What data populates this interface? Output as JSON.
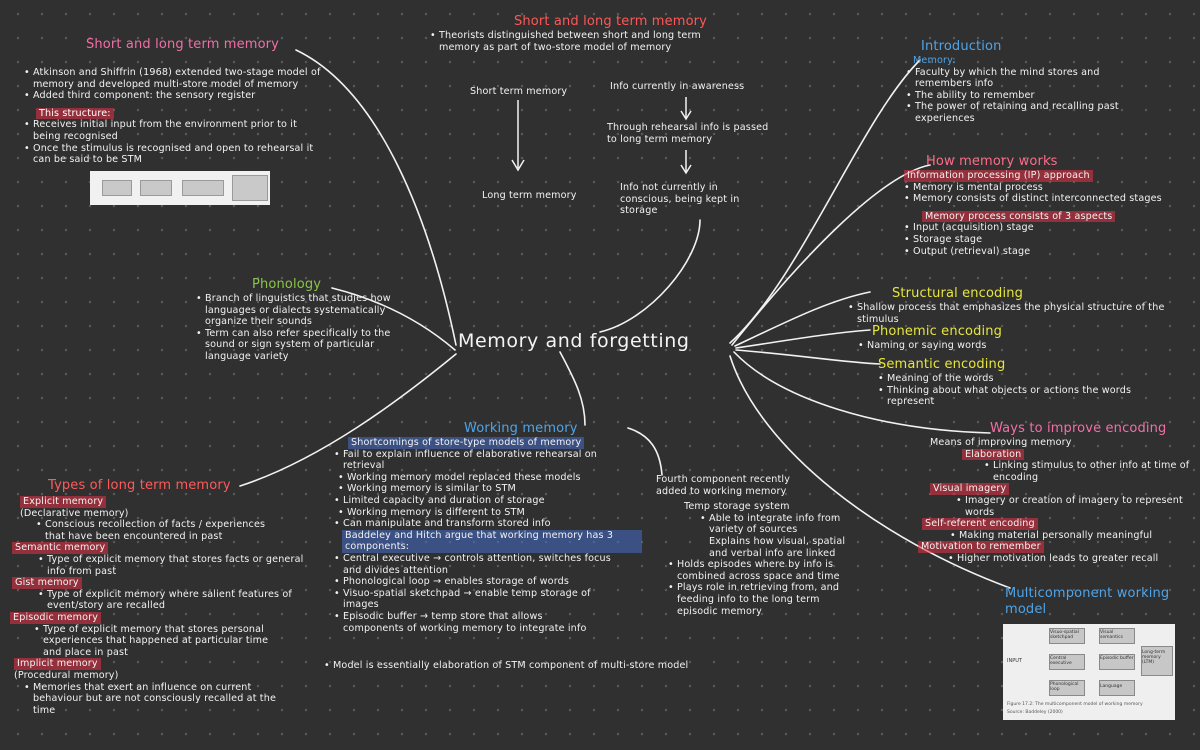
{
  "central": "Memory and forgetting",
  "stm_left": {
    "title": "Short and long term memory",
    "items": [
      "Atkinson and Shiffrin (1968) extended two-stage model of memory and developed multi-store model of memory",
      "Added third component: the sensory register"
    ],
    "structure_label": "This structure:",
    "structure_items": [
      "Receives initial input from the environment prior to it being recognised",
      "Once the stimulus is recognised and open to rehearsal it can be said to be STM"
    ]
  },
  "stm_top": {
    "title": "Short and long term memory",
    "item": "Theorists distinguished between short and long term memory as part of two-store model of memory",
    "short_term": "Short term memory",
    "long_term": "Long term memory",
    "info_awareness": "Info currently in awareness",
    "rehearsal": "Through rehearsal info is passed to long term memory",
    "info_not": "Info not currently in conscious, being kept in storage"
  },
  "introduction": {
    "title": "Introduction",
    "label": "Memory:",
    "items": [
      "Faculty by which the mind stores and remembers info",
      "The ability to remember",
      "The power of retaining and recalling past experiences"
    ]
  },
  "how_memory": {
    "title": "How memory works",
    "ip_label": "Information processing (IP) approach",
    "ip_items": [
      "Memory is mental process",
      "Memory consists of distinct interconnected stages"
    ],
    "process_label": "Memory process consists of 3 aspects",
    "process_items": [
      "Input (acquisition) stage",
      "Storage stage",
      "Output (retrieval) stage"
    ]
  },
  "structural": {
    "title": "Structural encoding",
    "items": [
      "Shallow process that emphasizes the physical structure of the stimulus"
    ]
  },
  "phonemic": {
    "title": "Phonemic encoding",
    "items": [
      "Naming or saying words"
    ]
  },
  "semantic_enc": {
    "title": "Semantic encoding",
    "items": [
      "Meaning of the words",
      "Thinking about what objects or actions the words represent"
    ]
  },
  "ways": {
    "title": "Ways to improve encoding",
    "intro": "Means of improving memory",
    "elaboration": "Elaboration",
    "elaboration_item": "Linking stimulus to other info at time of encoding",
    "visual": "Visual imagery",
    "visual_item": "Imagery or creation of imagery to represent words",
    "selfref": "Self-referent encoding",
    "selfref_item": "Making material personally meaningful",
    "motivation": "Motivation to remember",
    "motivation_item": "Higher motivation leads to greater recall"
  },
  "multicomponent": {
    "title": "Multicomponent working model"
  },
  "phonology": {
    "title": "Phonology",
    "items": [
      "Branch of linguistics that studies how languages or dialects systematically organize their sounds",
      "Term can also refer specifically to the sound or sign system of particular language variety"
    ]
  },
  "working": {
    "title": "Working memory",
    "shortcomings": "Shortcomings of store-type models of memory",
    "shortcomings_item": "Fail to explain influence of elaborative rehearsal on retrieval",
    "line1": "Working memory model replaced these models",
    "line2": "Working memory is similar to STM",
    "line2_item": "Limited capacity and duration of storage",
    "line3": "Working memory is different to STM",
    "line3_item": "Can manipulate and transform stored info",
    "baddeley": "Baddeley and Hitch argue that working memory has 3 components:",
    "components": [
      "Central executive → controls attention, switches focus and divides attention",
      "Phonological loop → enables storage of words",
      "Visuo-spatial sketchpad → enable temp storage of images",
      "Episodic buffer → temp store that allows components of working memory to integrate info"
    ],
    "model_note": "Model is essentially elaboration of STM component of multi-store model"
  },
  "fourth": {
    "intro": "Fourth component recently added to working memory",
    "temp": "Temp storage system",
    "temp_items": [
      "Able to integrate info from variety of sources",
      "Explains how visual, spatial and verbal info are linked"
    ],
    "items": [
      "Holds episodes where by info is combined across space and time",
      "Plays role in retrieving from, and feeding info to the long term episodic memory"
    ]
  },
  "types": {
    "title": "Types of long term memory",
    "explicit": "Explicit memory",
    "explicit_sub": "(Declarative memory)",
    "explicit_item": "Conscious recollection of facts / experiences that have been encountered in past",
    "semantic": "Semantic memory",
    "semantic_item": "Type of explicit memory that stores facts or general info from past",
    "gist": "Gist memory",
    "gist_item": "Type of explicit memory where salient features of event/story are recalled",
    "episodic": "Episodic memory",
    "episodic_item": "Type of explicit memory that stores personal experiences that happened at particular time and place in past",
    "implicit": "Implicit memory",
    "implicit_sub": "(Procedural memory)",
    "implicit_item": "Memories that exert an influence on current behaviour but are not consciously recalled at the time"
  },
  "fig2_labels": {
    "input": "INPUT",
    "vs": "Visuo-spatial sketchpad",
    "ce": "Central executive",
    "pl": "Phonological loop",
    "vsem": "Visual semantics",
    "eb": "Episodic buffer",
    "lang": "Language",
    "ltm": "Long-term memory (LTM)",
    "caption": "Figure 17.2: The multicomponent model of working memory",
    "source": "Source: Baddeley (2000)"
  },
  "colors": {
    "background": "#303030",
    "pink": "#f26fa6",
    "blue": "#4fa4e8",
    "red": "#ff5757",
    "yellow": "#e6e63c",
    "green": "#8bc34a"
  }
}
